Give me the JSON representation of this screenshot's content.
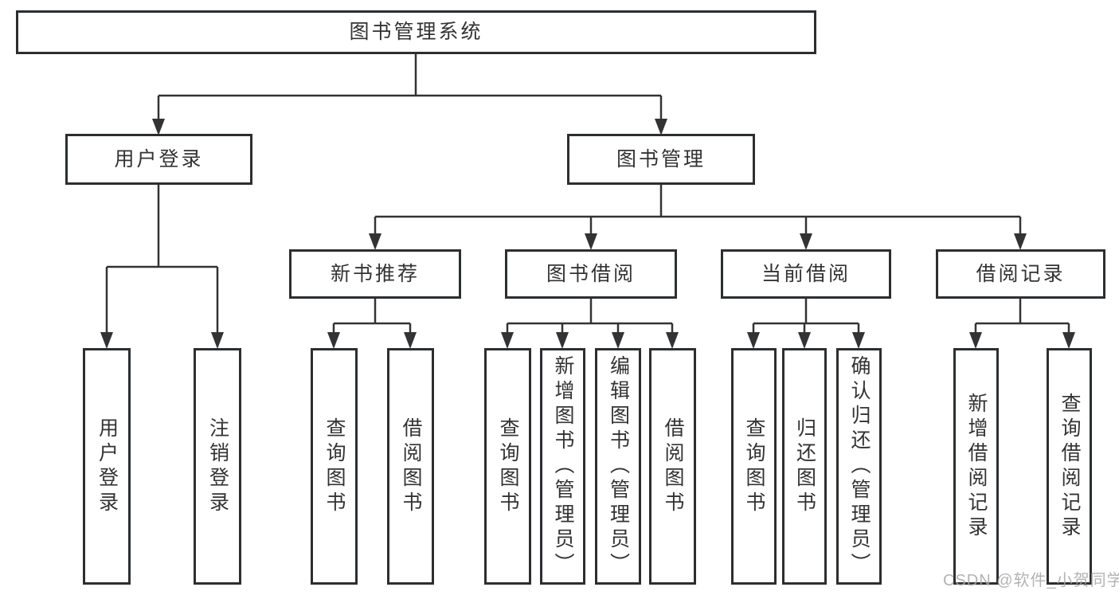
{
  "diagram": {
    "title": "图书管理系统",
    "colors": {
      "background": "#ffffff",
      "line": "#333333",
      "box_border": "#2d2e30",
      "text": "#333333",
      "watermark": "#a9a9a9"
    },
    "nodes": {
      "root": {
        "label": "图书管理系统"
      },
      "user_login": {
        "label": "用户登录"
      },
      "book_management": {
        "label": "图书管理"
      },
      "new_book_recommend": {
        "label": "新书推荐"
      },
      "book_borrowing": {
        "label": "图书借阅"
      },
      "current_borrowing": {
        "label": "当前借阅"
      },
      "borrowing_records": {
        "label": "借阅记录"
      },
      "ul_user_login": {
        "label": "用户登录"
      },
      "ul_logout": {
        "label": "注销登录"
      },
      "nb_query_book": {
        "label": "查询图书"
      },
      "nb_borrow_book": {
        "label": "借阅图书"
      },
      "bb_query_book": {
        "label": "查询图书"
      },
      "bb_add_book": {
        "label": "新增图书（管理员）"
      },
      "bb_edit_book": {
        "label": "编辑图书（管理员）"
      },
      "bb_borrow_book": {
        "label": "借阅图书"
      },
      "cb_query_book": {
        "label": "查询图书"
      },
      "cb_return_book": {
        "label": "归还图书"
      },
      "cb_confirm_return": {
        "label": "确认归还（管理员）"
      },
      "br_add_record": {
        "label": "新增借阅记录"
      },
      "br_query_record": {
        "label": "查询借阅记录"
      }
    },
    "hierarchy": {
      "图书管理系统": {
        "用户登录": [
          "用户登录",
          "注销登录"
        ],
        "图书管理": {
          "新书推荐": [
            "查询图书",
            "借阅图书"
          ],
          "图书借阅": [
            "查询图书",
            "新增图书（管理员）",
            "编辑图书（管理员）",
            "借阅图书"
          ],
          "当前借阅": [
            "查询图书",
            "归还图书",
            "确认归还（管理员）"
          ],
          "借阅记录": [
            "新增借阅记录",
            "查询借阅记录"
          ]
        }
      }
    }
  },
  "watermark": {
    "text": "CSDN @软件_小贺同学"
  }
}
